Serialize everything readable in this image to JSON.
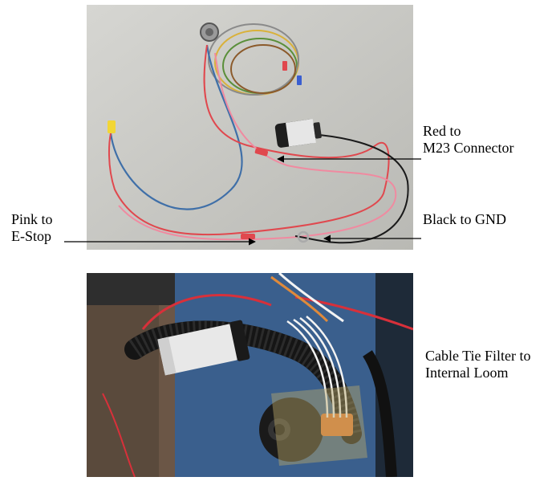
{
  "labels": {
    "red_to": "Red to",
    "m23_connector": "M23 Connector",
    "black_to_gnd": "Black to GND",
    "pink_to": "Pink to",
    "e_stop": "E-Stop",
    "cable_tie_filter_to": "Cable Tie Filter to",
    "internal_loom": "Internal Loom"
  },
  "colors": {
    "wire_red": "#e0484e",
    "wire_pink": "#f08aa0",
    "wire_blue": "#3f6fa8",
    "wire_black": "#1a1a1a",
    "panel_blue": "#3a5f8d"
  }
}
